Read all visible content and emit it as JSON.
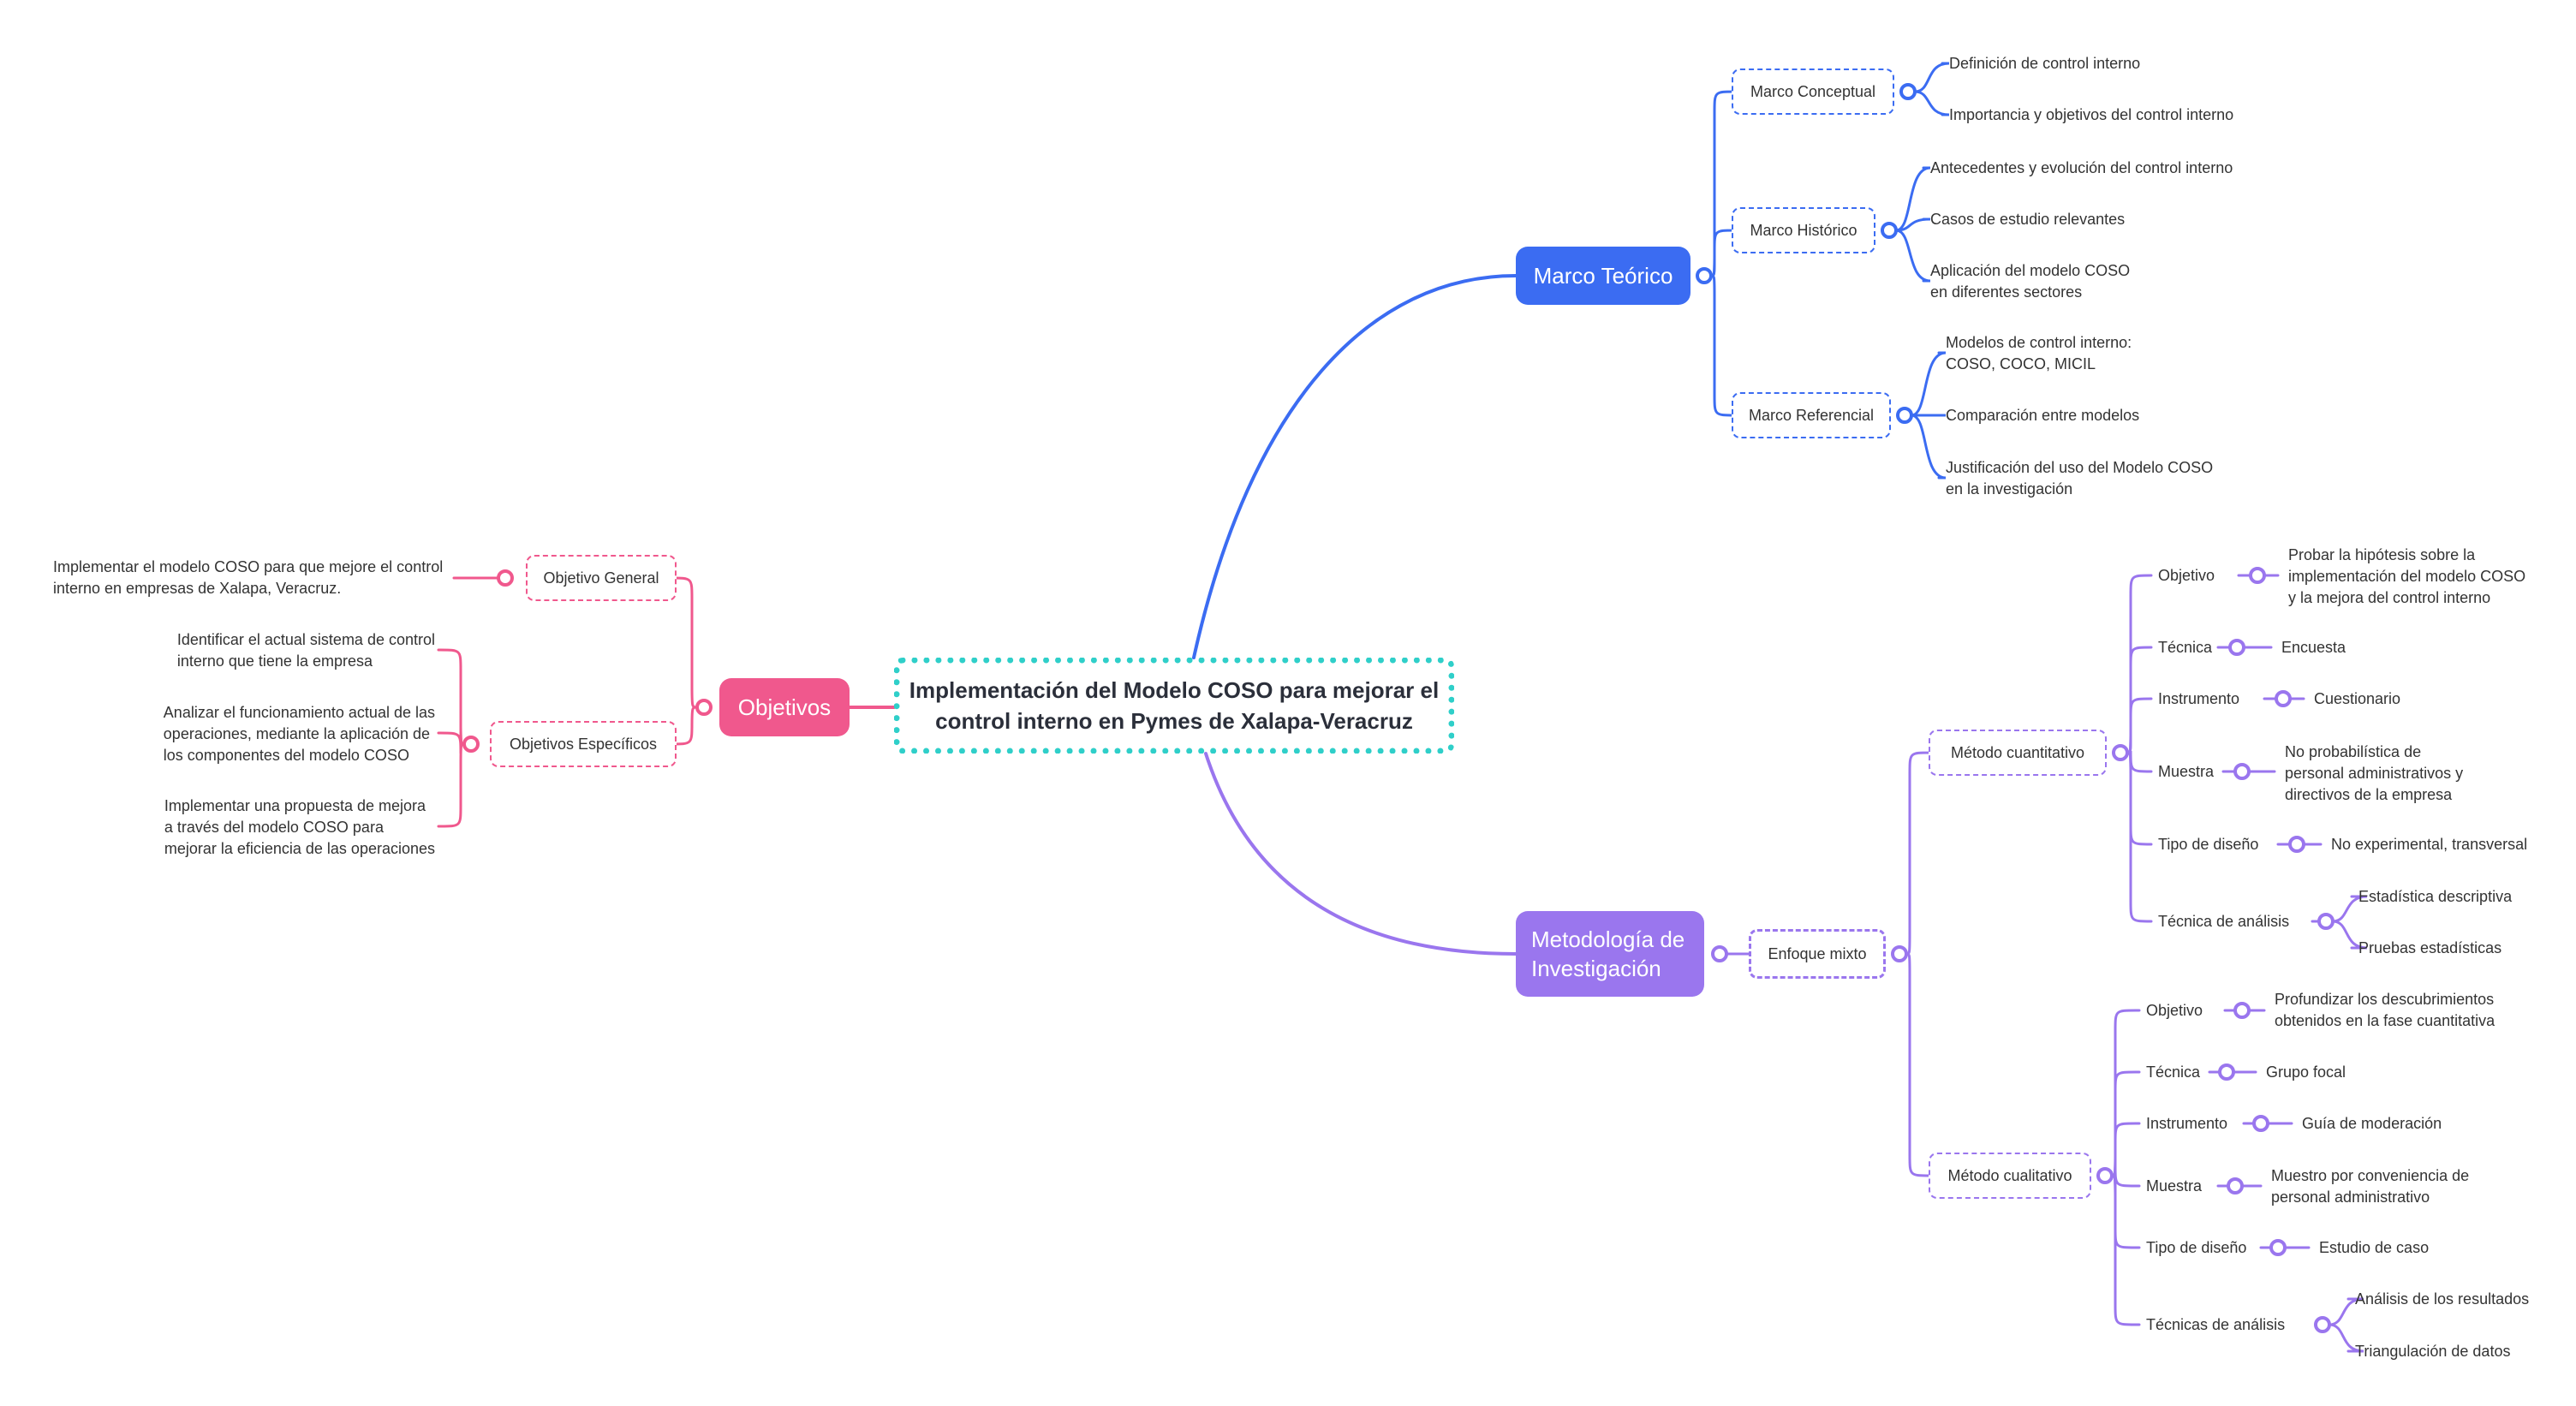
{
  "colors": {
    "teal": "#2fcfc9",
    "blue": "#3b6cf2",
    "purple": "#9a76ee",
    "pink": "#f0588d",
    "text": "#333333"
  },
  "root": {
    "title": "Implementación del Modelo COSO para mejorar el\ncontrol interno en Pymes de Xalapa-Veracruz"
  },
  "marco_teorico": {
    "label": "Marco Teórico",
    "conceptual": {
      "label": "Marco Conceptual",
      "items": [
        "Definición de control interno",
        "Importancia y objetivos del control interno"
      ]
    },
    "historico": {
      "label": "Marco Histórico",
      "items": [
        "Antecedentes y evolución del control interno",
        "Casos de estudio relevantes",
        "Aplicación del modelo COSO\nen diferentes sectores"
      ]
    },
    "referencial": {
      "label": "Marco Referencial",
      "items": [
        "Modelos de control interno:\nCOSO, COCO, MICIL",
        "Comparación entre modelos",
        "Justificación del uso del Modelo COSO\nen la investigación"
      ]
    }
  },
  "objetivos": {
    "label": "Objetivos",
    "general": {
      "label": "Objetivo General",
      "items": [
        "Implementar el modelo COSO para que mejore el control\ninterno en empresas de Xalapa, Veracruz."
      ]
    },
    "especificos": {
      "label": "Objetivos Específicos",
      "items": [
        "Identificar el actual sistema de control\ninterno que tiene la empresa",
        "Analizar el funcionamiento actual de las\noperaciones, mediante la aplicación de\nlos componentes del modelo COSO",
        "Implementar una propuesta de mejora\na través del modelo COSO para\nmejorar la eficiencia de las operaciones"
      ]
    }
  },
  "metodologia": {
    "label": "Metodología de\nInvestigación",
    "enfoque": "Enfoque mixto",
    "cuantitativo": {
      "label": "Método cuantitativo",
      "objetivo": {
        "label": "Objetivo",
        "value": "Probar la hipótesis sobre la\nimplementación del modelo COSO\ny la mejora del control interno"
      },
      "tecnica": {
        "label": "Técnica",
        "value": "Encuesta"
      },
      "instrumento": {
        "label": "Instrumento",
        "value": "Cuestionario"
      },
      "muestra": {
        "label": "Muestra",
        "value": "No probabilística de\npersonal administrativos y\ndirectivos de la empresa"
      },
      "diseno": {
        "label": "Tipo de diseño",
        "value": "No experimental, transversal"
      },
      "analisis": {
        "label": "Técnica de análisis",
        "values": [
          "Estadística descriptiva",
          "Pruebas estadísticas"
        ]
      }
    },
    "cualitativo": {
      "label": "Método cualitativo",
      "objetivo": {
        "label": "Objetivo",
        "value": "Profundizar los descubrimientos\nobtenidos en la fase cuantitativa"
      },
      "tecnica": {
        "label": "Técnica",
        "value": "Grupo focal"
      },
      "instrumento": {
        "label": "Instrumento",
        "value": "Guía de moderación"
      },
      "muestra": {
        "label": "Muestra",
        "value": "Muestro por conveniencia de\npersonal administrativo"
      },
      "diseno": {
        "label": "Tipo de diseño",
        "value": "Estudio de caso"
      },
      "analisis": {
        "label": "Técnicas de análisis",
        "values": [
          "Análisis de los resultados",
          "Triangulación de datos"
        ]
      }
    }
  }
}
